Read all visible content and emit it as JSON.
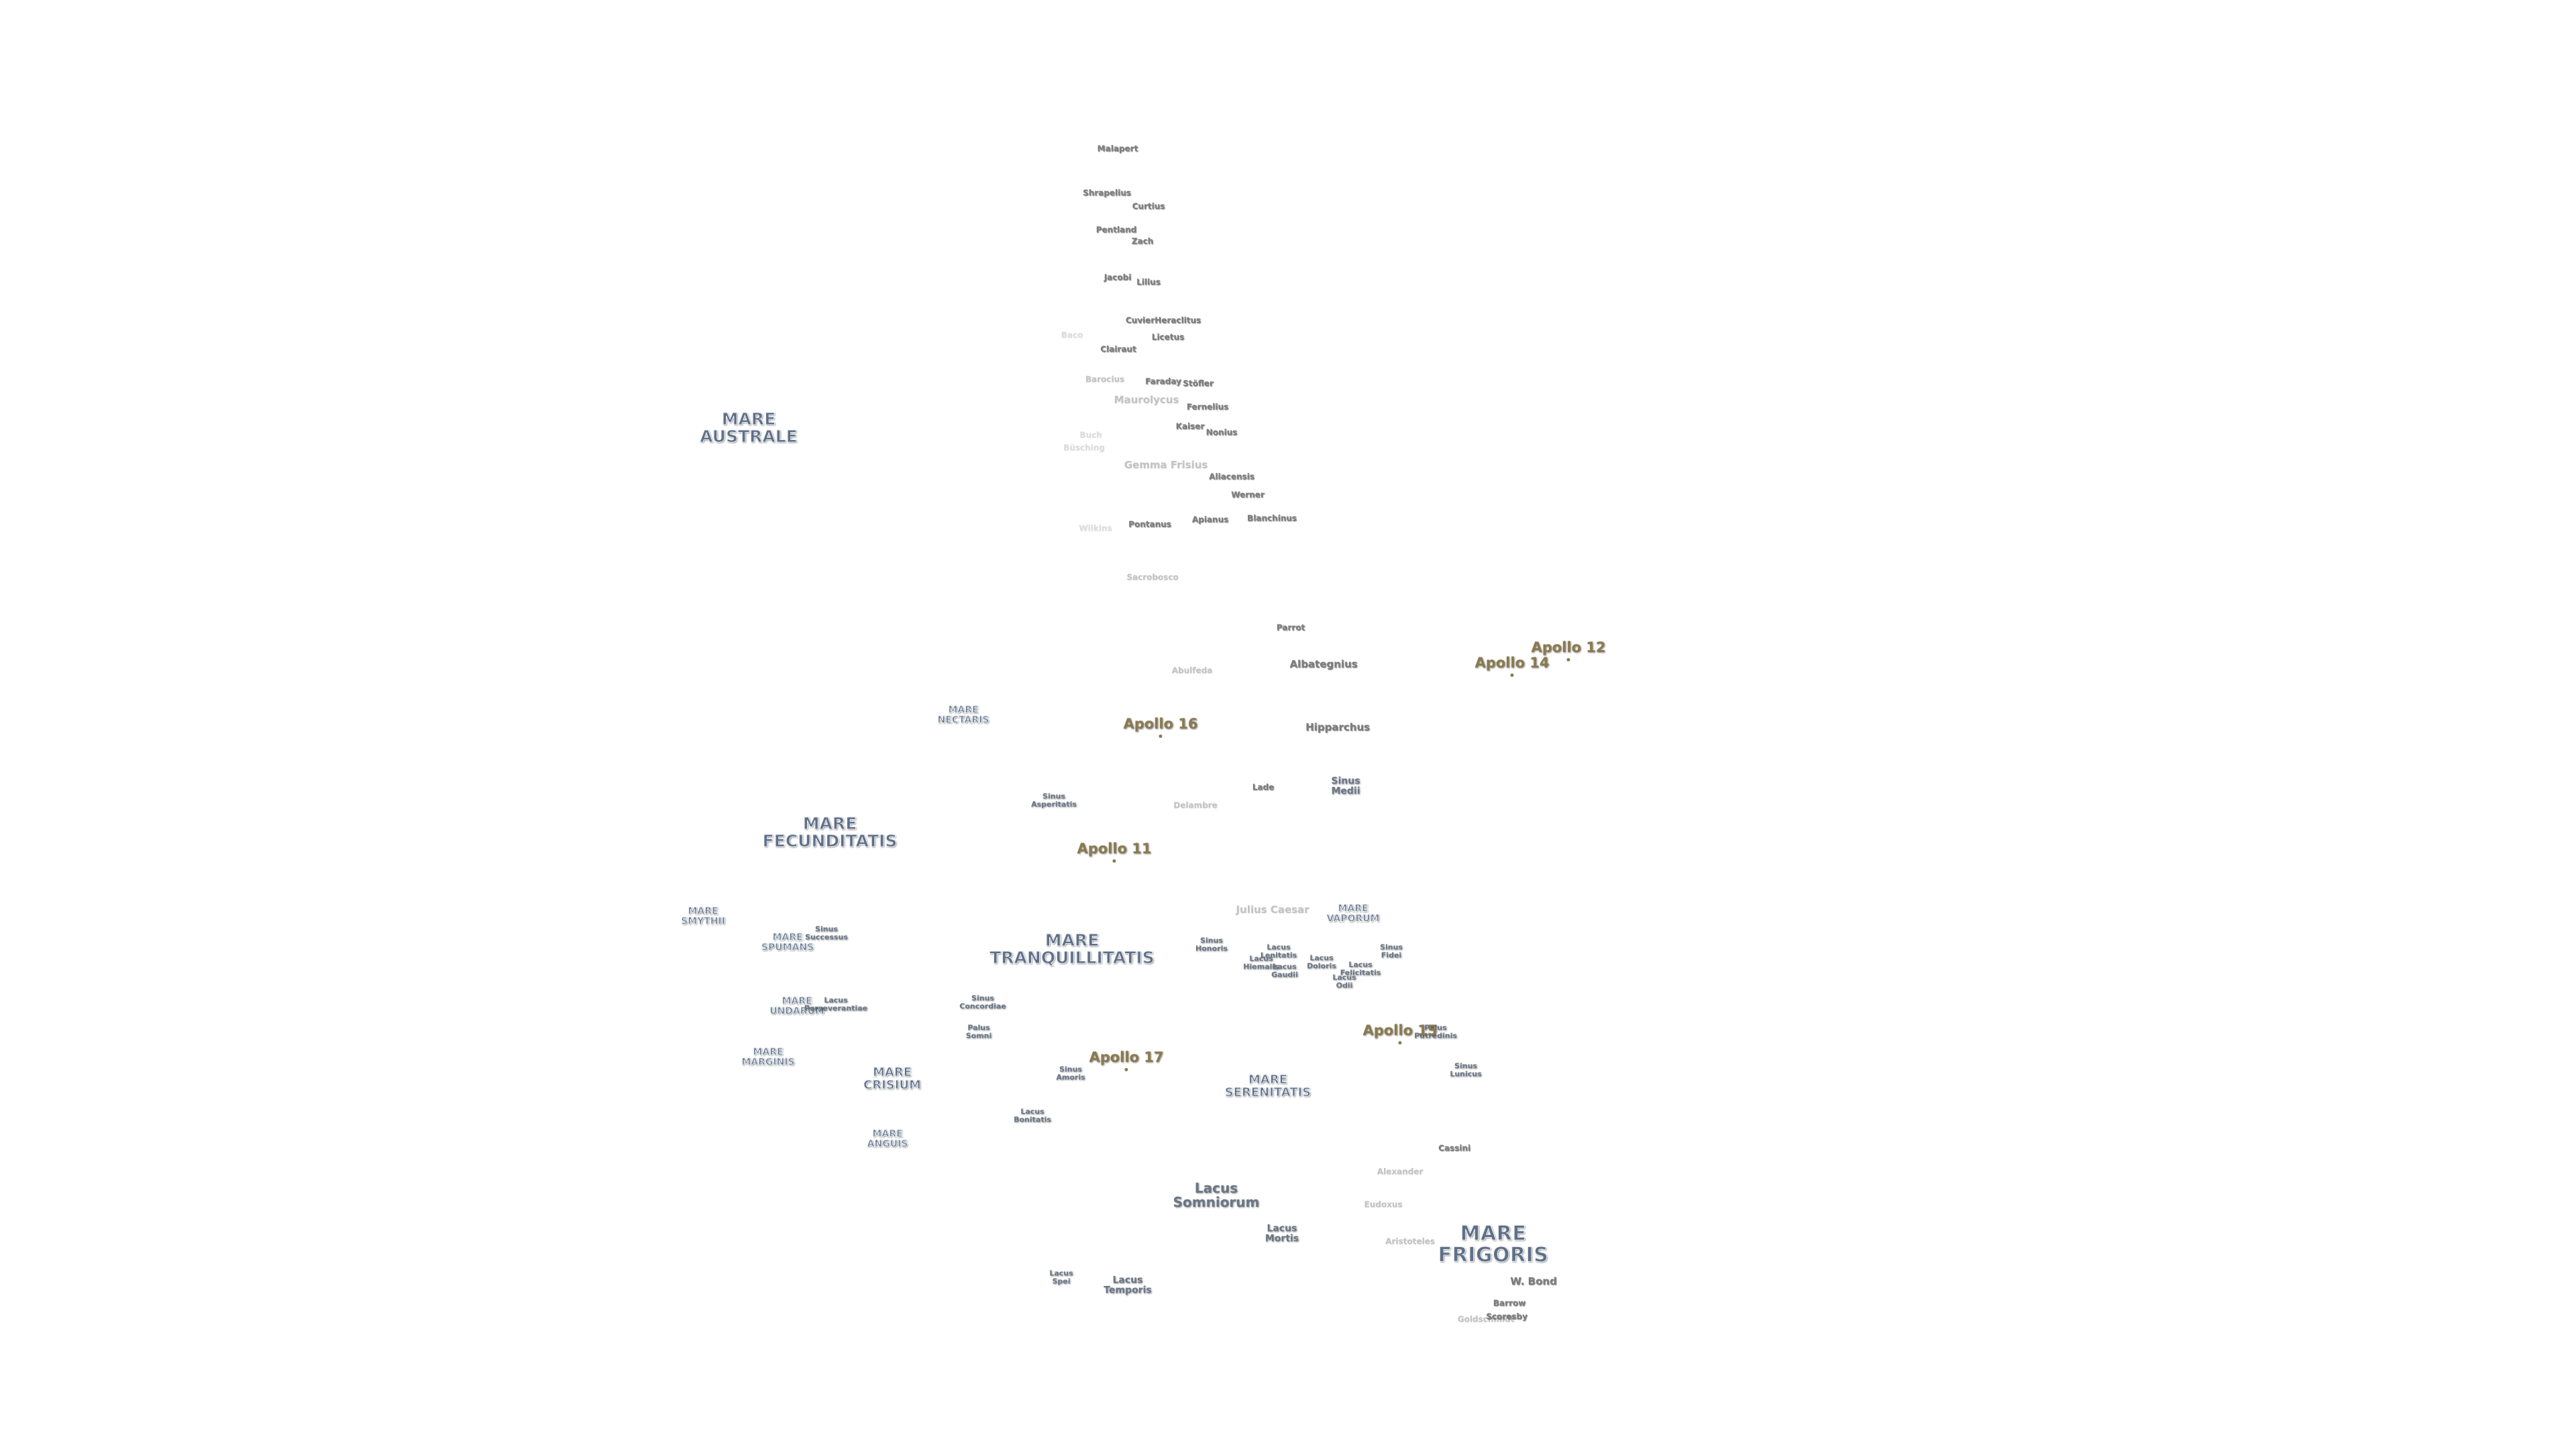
{
  "labels": {
    "malapert": "Malapert",
    "shrapelius": "Shrapelius",
    "curtius": "Curtius",
    "pentland": "Pentland",
    "zach": "Zach",
    "jacobi": "Jacobi",
    "lilius": "Lilius",
    "cuvier_heraclitus": "CuvierHeraclitus",
    "licetus": "Licetus",
    "baco": "Baco",
    "clairaut": "Clairaut",
    "barocius": "Barocius",
    "faraday": "Faraday",
    "stofler": "Stöfler",
    "maurolycus": "Maurolycus",
    "fernelius": "Fernelius",
    "kaiser": "Kaiser",
    "nonius": "Nonius",
    "buch": "Buch",
    "buesching": "Büsching",
    "gemma_frisius": "Gemma Frisius",
    "aliacensis": "Aliacensis",
    "werner": "Werner",
    "apianus": "Apianus",
    "blanchinus": "Blanchinus",
    "pontanus": "Pontanus",
    "wilkins": "Wilkins",
    "sacrobosco": "Sacrobosco",
    "parrot": "Parrot",
    "abulfeda": "Abulfeda",
    "albategnius": "Albategnius",
    "hipparchus": "Hipparchus",
    "lade": "Lade",
    "delambre": "Delambre",
    "julius_caesar": "Julius Caesar",
    "cassini": "Cassini",
    "alexander": "Alexander",
    "eudoxus": "Eudoxus",
    "aristoteles": "Aristoteles",
    "w_bond": "W. Bond",
    "barrow": "Barrow",
    "goldschmidt": "Goldschmidt",
    "scoresby": "Scoresby",
    "mare_australe": "MARE\nAUSTRALE",
    "mare_nectaris": "MARE\nNECTARIS",
    "mare_fecunditatis": "MARE\nFECUNDITATIS",
    "mare_smythii": "MARE\nSMYTHII",
    "mare_spumans": "MARE\nSPUMANS",
    "mare_undarum": "MARE\nUNDARUM",
    "mare_marginis": "MARE\nMARGINIS",
    "mare_crisium": "MARE\nCRISIUM",
    "mare_anguis": "MARE\nANGUIS",
    "mare_tranquillitatis": "MARE\nTRANQUILLITATIS",
    "mare_vaporum": "MARE\nVAPORUM",
    "mare_serenitatis": "MARE\nSERENITATIS",
    "mare_frigoris": "MARE\nFRIGORIS",
    "sinus_asperitatis": "Sinus\nAsperitatis",
    "sinus_medii": "Sinus\nMedii",
    "sinus_successus": "Sinus\nSuccessus",
    "lacus_perseverantiae": "Lacus\nPerseverantiae",
    "sinus_concordiae": "Sinus\nConcordiae",
    "palus_somni": "Palus\nSomni",
    "sinus_amoris": "Sinus\nAmoris",
    "lacus_bonitatis": "Lacus\nBonitatis",
    "sinus_honoris": "Sinus\nHonoris",
    "lacus_lenitatis": "Lacus\nLenitatis",
    "lacus_hiemalis": "Lacus\nHiemalis",
    "lacus_gaudii": "Lacus\nGaudii",
    "lacus_doloris": "Lacus\nDoloris",
    "lacus_felicitatis": "Lacus\nFelicitatis",
    "lacus_odii": "Lacus\nOdii",
    "sinus_fidei": "Sinus\nFidei",
    "palus_putredinis": "Palus\nPutredinis",
    "sinus_lunicus": "Sinus\nLunicus",
    "lacus_somniorum": "Lacus\nSomniorum",
    "lacus_mortis": "Lacus\nMortis",
    "lacus_spei": "Lacus\nSpei",
    "lacus_temporis": "Lacus\nTemporis",
    "apollo_11": "Apollo 11",
    "apollo_12": "Apollo 12",
    "apollo_14": "Apollo 14",
    "apollo_15": "Apollo 15",
    "apollo_16": "Apollo 16",
    "apollo_17": "Apollo 17"
  },
  "colors": {
    "background": "#ffffff",
    "mare_text": "#5f6f86",
    "crater_text": "#7d7d7d",
    "apollo_text": "#8a7a4e"
  }
}
